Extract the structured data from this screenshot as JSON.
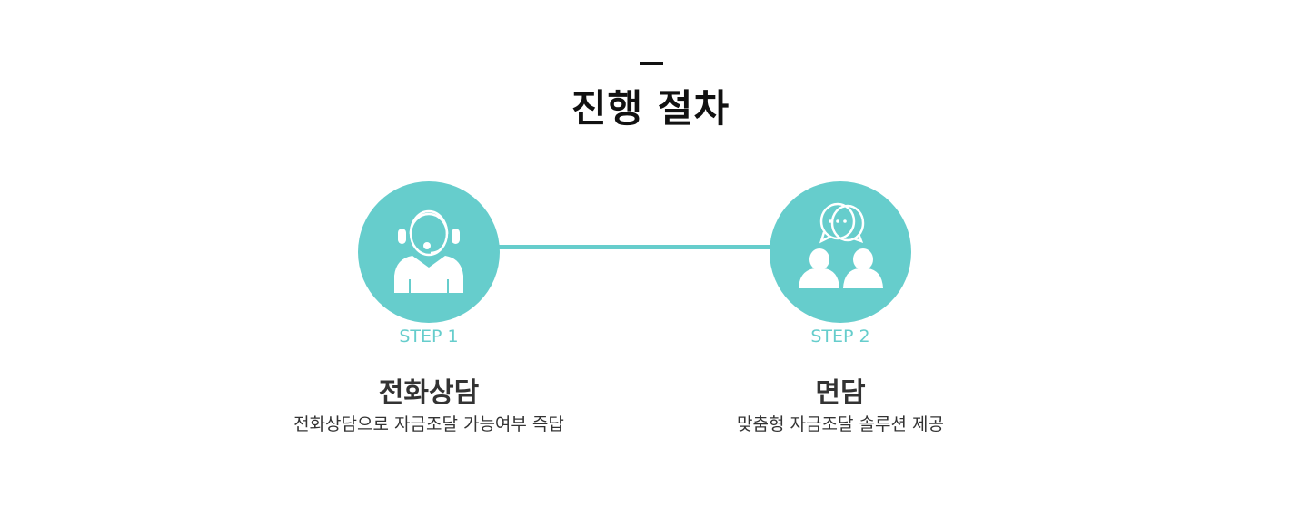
{
  "header": {
    "title": "진행 절차"
  },
  "accent_color": "#66cdcc",
  "steps": [
    {
      "label": "STEP 1",
      "name": "전화상담",
      "description": "전화상담으로 자금조달 가능여부 즉답",
      "icon": "headset-operator-icon"
    },
    {
      "label": "STEP 2",
      "name": "면담",
      "description": "맞춤형 자금조달 솔루션 제공",
      "icon": "meeting-chat-icon"
    }
  ]
}
